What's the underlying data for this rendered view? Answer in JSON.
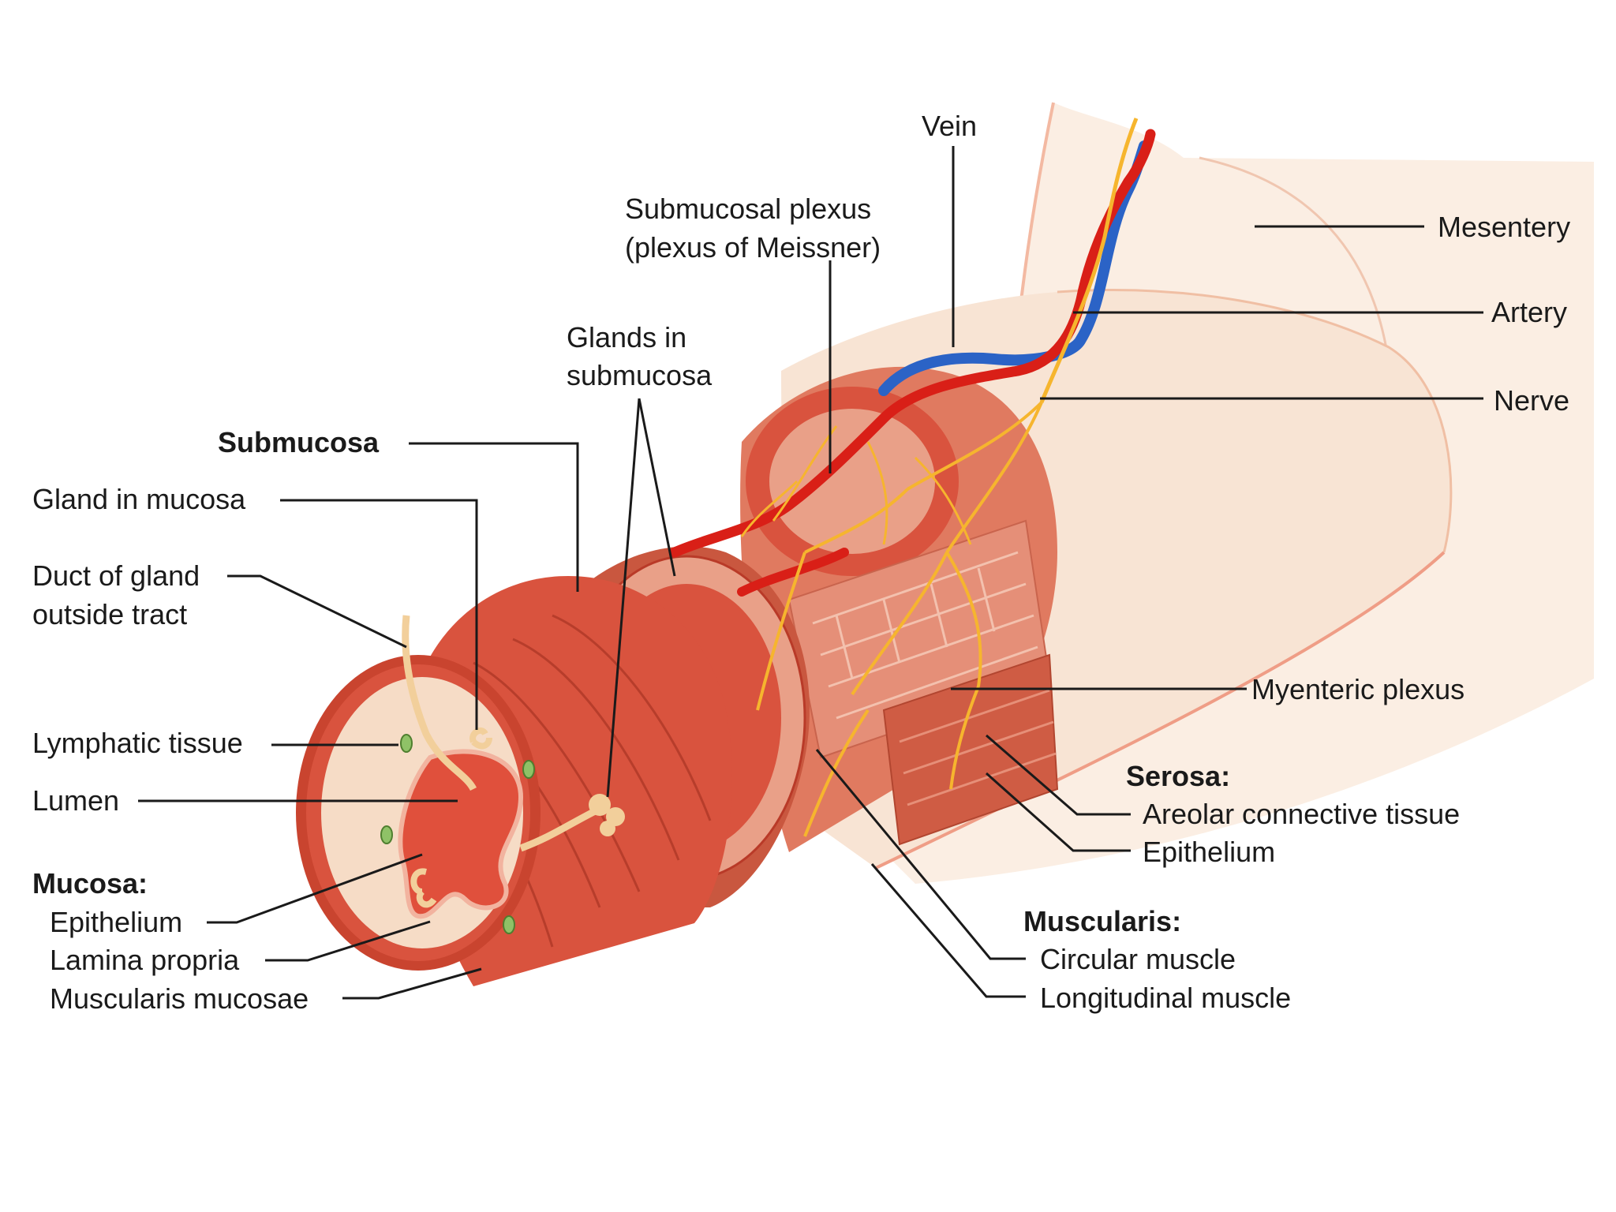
{
  "labels": {
    "vein": "Vein",
    "submucosal_plexus_1": "Submucosal plexus",
    "submucosal_plexus_2": "(plexus of Meissner)",
    "mesentery": "Mesentery",
    "glands_in_submucosa_1": "Glands in",
    "glands_in_submucosa_2": "submucosa",
    "artery": "Artery",
    "nerve": "Nerve",
    "submucosa": "Submucosa",
    "gland_in_mucosa": "Gland in mucosa",
    "duct_1": "Duct of gland",
    "duct_2": "outside tract",
    "myenteric_plexus": "Myenteric plexus",
    "lymphatic_tissue": "Lymphatic tissue",
    "lumen": "Lumen",
    "serosa_heading": "Serosa:",
    "areolar_connective_tissue": "Areolar connective tissue",
    "serosa_epithelium": "Epithelium",
    "mucosa_heading": "Mucosa:",
    "mucosa_epithelium": "Epithelium",
    "lamina_propria": "Lamina propria",
    "muscularis_mucosae": "Muscularis mucosae",
    "muscularis_heading": "Muscularis:",
    "circular_muscle": "Circular muscle",
    "longitudinal_muscle": "Longitudinal muscle"
  },
  "colors": {
    "muscle": "#d9533e",
    "muscle_dark": "#b93a28",
    "muscle_light": "#e98a72",
    "submucosa": "#e9a088",
    "mucosa_ring": "#f6dcc6",
    "lumen": "#e0503c",
    "serosa": "#f8e4d4",
    "mesentery": "#fbeee3",
    "artery": "#d91f17",
    "vein": "#2b63c6",
    "nerve": "#f6b52e",
    "lymphatic": "#8fc267",
    "gland": "#f2cf9b",
    "leader_line": "#1a1a1a"
  }
}
